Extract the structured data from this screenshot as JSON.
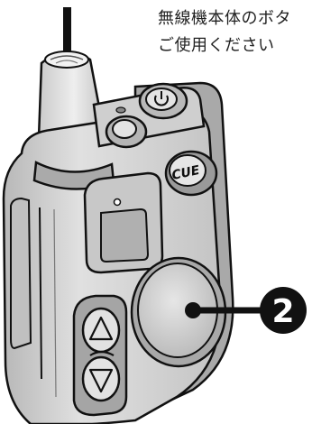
{
  "caption": {
    "line1": "無線機本体のボタ",
    "line2": "ご使用ください"
  },
  "device": {
    "cue_label": "CUE",
    "callout_number": "2"
  },
  "colors": {
    "outline": "#111111",
    "body_light": "#d4d4d4",
    "body_mid": "#bdbdbd",
    "body_dark": "#9e9e9e",
    "callout_fill": "#111111",
    "callout_text": "#ffffff"
  },
  "icons": [
    "power-icon",
    "triangle-up-icon",
    "triangle-down-icon"
  ]
}
